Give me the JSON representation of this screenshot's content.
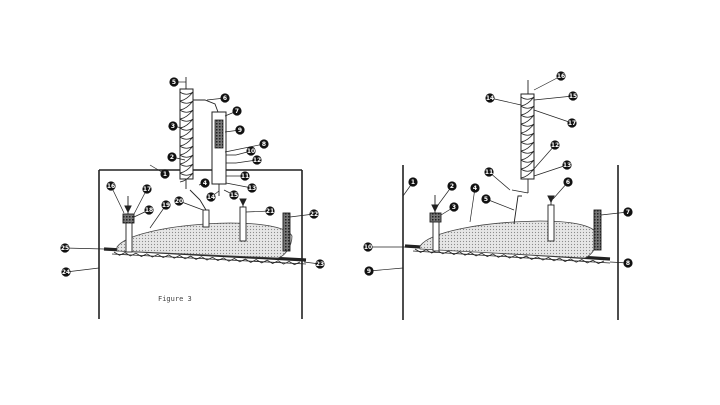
{
  "figure": {
    "caption": "Figure 3"
  },
  "left_diagram": {
    "labels": [
      "1",
      "2",
      "3",
      "4",
      "5",
      "6",
      "7",
      "8",
      "9",
      "10",
      "11",
      "12",
      "13",
      "14",
      "15",
      "16",
      "17",
      "18",
      "19",
      "20",
      "21",
      "22",
      "23",
      "24",
      "25"
    ]
  },
  "right_diagram": {
    "labels": [
      "1",
      "2",
      "3",
      "4",
      "5",
      "6",
      "7",
      "8",
      "9",
      "10",
      "11",
      "12",
      "13",
      "14",
      "15",
      "16",
      "17"
    ]
  }
}
